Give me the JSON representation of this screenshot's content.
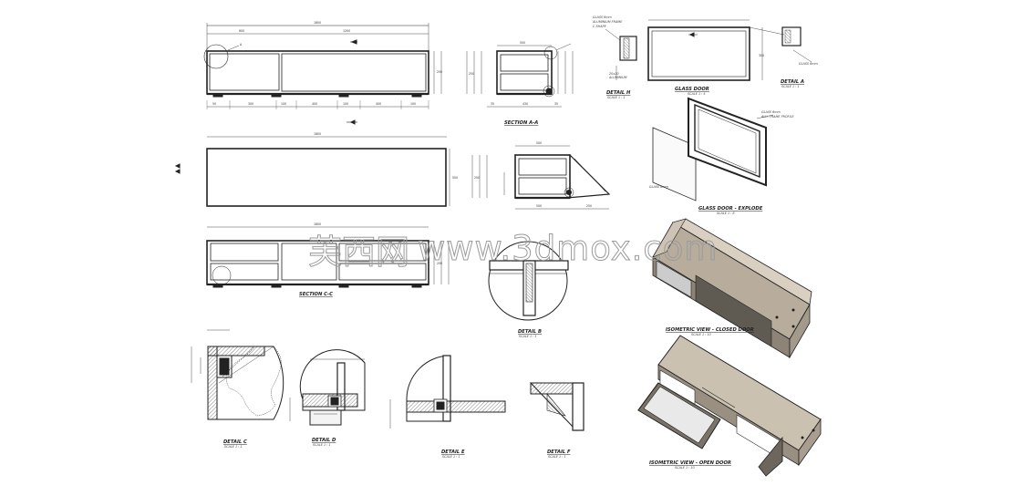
{
  "watermark": {
    "cn": "芙西网",
    "url": "www.3dmox.com"
  },
  "views": {
    "section_aa": {
      "title": "SECTION A-A"
    },
    "section_cc": {
      "title": "SECTION C-C"
    },
    "section_dd": {
      "title": "SECTION D-D"
    },
    "glass_door": {
      "title": "GLASS DOOR"
    },
    "glass_door_explode": {
      "title": "GLASS DOOR - EXPLODE"
    },
    "iso_closed": {
      "title": "ISOMETRIC VIEW - CLOSED DOOR"
    },
    "iso_open": {
      "title": "ISOMETRIC VIEW - OPEN DOOR"
    },
    "detail_h": {
      "title": "DETAIL H",
      "scale": "SCALE 1 : 1"
    },
    "detail_a": {
      "title": "DETAIL A",
      "scale": "SCALE 1 : 1"
    },
    "detail_b": {
      "title": "DETAIL B",
      "scale": "SCALE 1 : 1"
    },
    "detail_c": {
      "title": "DETAIL C",
      "scale": "SCALE 1 : 1"
    },
    "detail_d": {
      "title": "DETAIL D",
      "scale": "SCALE 1 : 1"
    },
    "detail_e": {
      "title": "DETAIL E",
      "scale": "SCALE 1 : 1"
    },
    "detail_f": {
      "title": "DETAIL F",
      "scale": "SCALE 1 : 1"
    }
  }
}
